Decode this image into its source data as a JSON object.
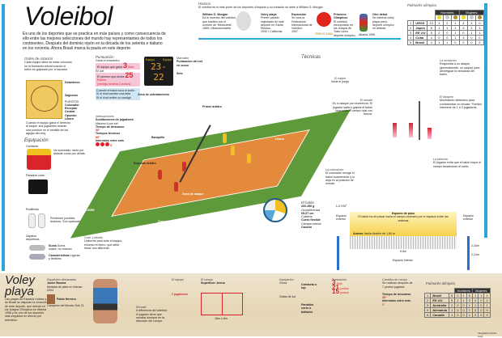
{
  "title": "Voleibol",
  "intro": "Es uno de los deportes que se practica en más países y como consecuencia de ello entre las mejores selecciones del mundo hay representantes de todos los continentes. Después del dominio nipón en la década de los setenta e italiano en los noventa. Ahora Brasil marca la pauta en este deporte.",
  "history": {
    "heading": "Historia",
    "lead": "El voleibol es el más joven de los deportes olímpicos y su creación se debe a William G. Morgan",
    "items": [
      {
        "title": "William G. Morgan",
        "text": "Es el inventor del voleibol, que bautizó con el nombre de 'Mintonette'.",
        "date": "1895 • Massachusetts"
      },
      {
        "title": "Voley playa",
        "text": "Primer partido registrado de este deporte en Santa Mónica.",
        "date": "1930 • California"
      },
      {
        "title": "Expansión",
        "text": "Se crea la Federación Internacional de Voleibol.",
        "date": "1947"
      },
      {
        "title": "Primeros Olímpicos",
        "text": "El voleibol, incorporado en los Juegos de Tokio como deporte olímpico.",
        "date": "TOKYO 1964"
      },
      {
        "title": "Otro debut",
        "text": "Se estrena voley playa como deporte olímpico en Atlanta.",
        "date": "Atlanta 1996"
      }
    ]
  },
  "medals_indoor": {
    "heading": "Palmarés olímpico",
    "groups": [
      "Hombres",
      "Mujeres"
    ],
    "medal_colors": [
      "#e8dc2a",
      "#c8c8c8",
      "#b08a3a"
    ],
    "rows": [
      {
        "pos": "1",
        "team": "URSS",
        "total": "13",
        "m": [
          "3",
          "2",
          "1"
        ],
        "w": [
          "4",
          "3",
          "0"
        ]
      },
      {
        "pos": "2",
        "team": "Japón",
        "total": "8",
        "m": [
          "1",
          "1",
          "1"
        ],
        "w": [
          "3",
          "2",
          "1"
        ]
      },
      {
        "pos": "3",
        "team": "EE UU",
        "total": "5",
        "m": [
          "2",
          "0",
          "1"
        ],
        "w": [
          "0",
          "1",
          "1"
        ]
      },
      {
        "pos": "4",
        "team": "Cuba",
        "total": "4",
        "m": [
          "0",
          "0",
          "1"
        ],
        "w": [
          "3",
          "0",
          "0"
        ]
      },
      {
        "pos": "5",
        "team": "Brasil",
        "total": "4",
        "m": [
          "1",
          "1",
          "0"
        ],
        "w": [
          "0",
          "0",
          "2"
        ]
      }
    ]
  },
  "rotation": {
    "heading": "Orden de rotación",
    "text": "Cada equipo debe de estar colocado en la formación inicial cuando el balón es golpeado por el sacador.",
    "positions_heading": "PUESTOS",
    "positions": [
      "Colocador",
      "Receptor",
      "Central",
      "Opuesto",
      "Líbero"
    ],
    "legend": [
      "Delanteros",
      "Zagueros"
    ],
    "note": "Cuando el equipo gana el derecho al saque, sus jugadores rotarán una posición en el sentido de las agujas del reloj."
  },
  "scoring": {
    "heading": "Puntuación",
    "set_label": "Gana el encuentro",
    "set_box": "El equipo que gana",
    "set_num": "3",
    "set_unit": "Sets",
    "in_set": "En set",
    "points_box": "El primero que anota",
    "points_num": "25",
    "points_unit": "Puntos",
    "points_note": "(ventaja mínima 2 puntos)",
    "bullets": [
      "Cuando el balón toca el suelo",
      "Si el rival comete una falta",
      "Si el rival recibe un castigo"
    ]
  },
  "scoreboard": {
    "heading": "Marcador",
    "home": "Equipo",
    "away": "Equipo",
    "score": "23-22",
    "label1": "Puntuación del set en curso",
    "label2": "Sets"
  },
  "interruptions": {
    "heading": "Interrupciones",
    "subs": "Sustituciones de jugadores",
    "subs_note": "Máximo 6 por set",
    "timeout": "Tiempo de descanso",
    "timeout_val": "30\"",
    "tech": "Tiempos técnicos",
    "tech_val": "60\"",
    "between": "Intervalos entre sets",
    "between_val": "3'"
  },
  "equipment": {
    "heading": "Equipación",
    "shirt": "Camiseta",
    "shirt_note": "Va numerado, tanto por delante como por detrás",
    "shorts": "Pantalón corto",
    "pads": "Rodilleras",
    "pads_note": "Previenen posibles lesiones. Son opcionales",
    "shoes": "Zapatos deportivos",
    "soles": "Suela",
    "soles_note": "Goma suave, no marcan",
    "features": "Características",
    "features_note": "Ligeras y flexibles",
    "color": "Color y diseño",
    "color_note": "Uniforme para todo el equipo, excepto el líbero, que debe llevar uno diferente."
  },
  "court": {
    "warmup": "Zona de calentamiento",
    "free": "ZONA LIBRE",
    "attack": "Zona de ataque",
    "service": "Zona de saque",
    "bench": "Banquillo",
    "referee1": "Primer árbitro",
    "referee2": "Segundo árbitro",
    "libero": "Líbero",
    "net": "Red"
  },
  "techniques": {
    "heading": "Técnicas",
    "serve": {
      "title": "El saque",
      "text": "Inicia el juego"
    },
    "reception": {
      "title": "La recepción",
      "text": "Respuesta a un ataque (generalmente, un saque) para amortiguar la velocidad del balón."
    },
    "spike": {
      "title": "El remate",
      "text": "Es el ataque por excelencia. El jugador salta y golpea el balón buscando el campo rival con fuerza."
    },
    "block": {
      "title": "El bloqueo",
      "text": "Movimiento defensivo para contrarrestar un remate. Pueden intervenir de 1 a 3 jugadores."
    },
    "set": {
      "title": "La colocación",
      "text": "El colocador recoge el balón suavemente y lo deja en la posición de remate."
    },
    "dig": {
      "title": "La plancha",
      "text": "El jugador evita que el balón toque el campo lanzándose al suelo."
    }
  },
  "ball": {
    "heading": "El balón",
    "weight": "260-280 g",
    "circ_label": "Circunferencia",
    "circ": "65-67 cm",
    "outer_label": "Cubierta",
    "outer": "Cuero flexible",
    "inner_label": "Cámara interior",
    "inner": "Caucho"
  },
  "net": {
    "heading": "La red",
    "space": "Espacio de paso",
    "space_note": "El balón ha de pasar hacia el campo contrario por el espacio entre las antenas",
    "antenna": "Antena",
    "antenna_note": "Varilla flexible de 1,80 m",
    "outer": "Espacio exterior",
    "width": "9,5m",
    "length": "9,5m",
    "lower": "Espacio inferior",
    "h_men": "2,43m",
    "h_women": "2,24m"
  },
  "beach": {
    "title": "Voley playa",
    "text": "Las playas de Estados Unidos y de Brasil se disputan la creación de este deporte, que debutó en los Juegos Olímpicos en Atlanta 1996 y es uno de los deportes más seguidos en directo por televisión.",
    "players_heading": "Españoles destacados",
    "p1": "Javier Bosma",
    "p1_note": "Medalla de plata en Atenas 2004",
    "p2": "Pablo Herrera",
    "p2_note": "Campeón del Mundo Sub 21",
    "team_heading": "El equipo",
    "team": "2 jugadores",
    "field_heading": "El campo",
    "field_size": "16m x 8m",
    "surface": "Superficie: Arena",
    "gear_heading": "Equipación",
    "cap": "Gorra",
    "glasses": "Gafas de sol",
    "shirt": "Camiseta o top",
    "shorts": "Pantalón corto o bañador",
    "scoring_heading": "Puntuación",
    "sets": "3",
    "sets_unit": "Sets",
    "pts1": "21",
    "pts2": "15",
    "pts_unit": "puntos",
    "change_heading": "Cambios de campo",
    "change": "Se realizan después de 7 puntos jugados",
    "timeout": "Tiempo de descanso",
    "timeout_val": "30\"",
    "between": "Intervalos entre sets",
    "between_val": "1'",
    "spike_title": "Remate",
    "spike_text": "A diferencia del voleibol, el jugador tiene que rematar siempre en la dirección del cuerpo."
  },
  "medals_beach": {
    "heading": "Palmarés olímpico",
    "groups": [
      "Hombres",
      "Mujeres"
    ],
    "rows": [
      {
        "pos": "1",
        "team": "Brasil",
        "total": "5",
        "m": [
          "0",
          "1",
          "0"
        ],
        "w": [
          "1",
          "1",
          "1"
        ]
      },
      {
        "pos": "2",
        "team": "EE UU",
        "total": "5",
        "m": [
          "2",
          "1",
          "0"
        ],
        "w": [
          "0",
          "0",
          "0"
        ]
      },
      {
        "pos": "3",
        "team": "Australia",
        "total": "2",
        "m": [
          "0",
          "0",
          "1"
        ],
        "w": [
          "1",
          "0",
          "1"
        ]
      },
      {
        "pos": "4",
        "team": "Alemania",
        "total": "1",
        "m": [
          "0",
          "0",
          "1"
        ],
        "w": [
          "0",
          "0",
          "0"
        ]
      },
      {
        "pos": "5",
        "team": "Canadá",
        "total": "1",
        "m": [
          "0",
          "0",
          "1"
        ],
        "w": [
          "0",
          "0",
          "0"
        ]
      }
    ]
  },
  "credit": "Infografía Cultura Aura",
  "colors": {
    "accent": "#2aa6d8",
    "court_green": "#5f9a3a",
    "court_orange": "#e38a3c",
    "red": "#d8242a"
  }
}
